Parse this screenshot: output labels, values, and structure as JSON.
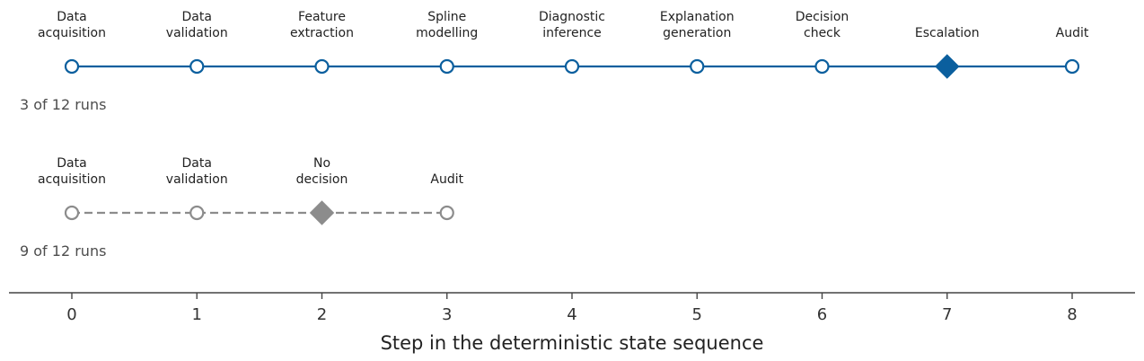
{
  "chart_data": {
    "type": "timeline",
    "xlabel": "Step in the deterministic state sequence",
    "xlim": [
      -0.5,
      8.5
    ],
    "xticks": [
      0,
      1,
      2,
      3,
      4,
      5,
      6,
      7,
      8
    ],
    "grid": false,
    "series": [
      {
        "runs_label": "3 of 12 runs",
        "color": "#0b5f9e",
        "line_style": "solid",
        "steps": [
          {
            "x": 0,
            "label": [
              "Data",
              "acquisition"
            ],
            "marker": "circle"
          },
          {
            "x": 1,
            "label": [
              "Data",
              "validation"
            ],
            "marker": "circle"
          },
          {
            "x": 2,
            "label": [
              "Feature",
              "extraction"
            ],
            "marker": "circle"
          },
          {
            "x": 3,
            "label": [
              "Spline",
              "modelling"
            ],
            "marker": "circle"
          },
          {
            "x": 4,
            "label": [
              "Diagnostic",
              "inference"
            ],
            "marker": "circle"
          },
          {
            "x": 5,
            "label": [
              "Explanation",
              "generation"
            ],
            "marker": "circle"
          },
          {
            "x": 6,
            "label": [
              "Decision",
              "check"
            ],
            "marker": "circle"
          },
          {
            "x": 7,
            "label": [
              "Escalation"
            ],
            "marker": "diamond"
          },
          {
            "x": 8,
            "label": [
              "Audit"
            ],
            "marker": "circle"
          }
        ]
      },
      {
        "runs_label": "9 of 12 runs",
        "color": "#8c8c8c",
        "line_style": "dashed",
        "steps": [
          {
            "x": 0,
            "label": [
              "Data",
              "acquisition"
            ],
            "marker": "circle"
          },
          {
            "x": 1,
            "label": [
              "Data",
              "validation"
            ],
            "marker": "circle"
          },
          {
            "x": 2,
            "label": [
              "No",
              "decision"
            ],
            "marker": "diamond"
          },
          {
            "x": 3,
            "label": [
              "Audit"
            ],
            "marker": "circle"
          }
        ]
      }
    ]
  }
}
